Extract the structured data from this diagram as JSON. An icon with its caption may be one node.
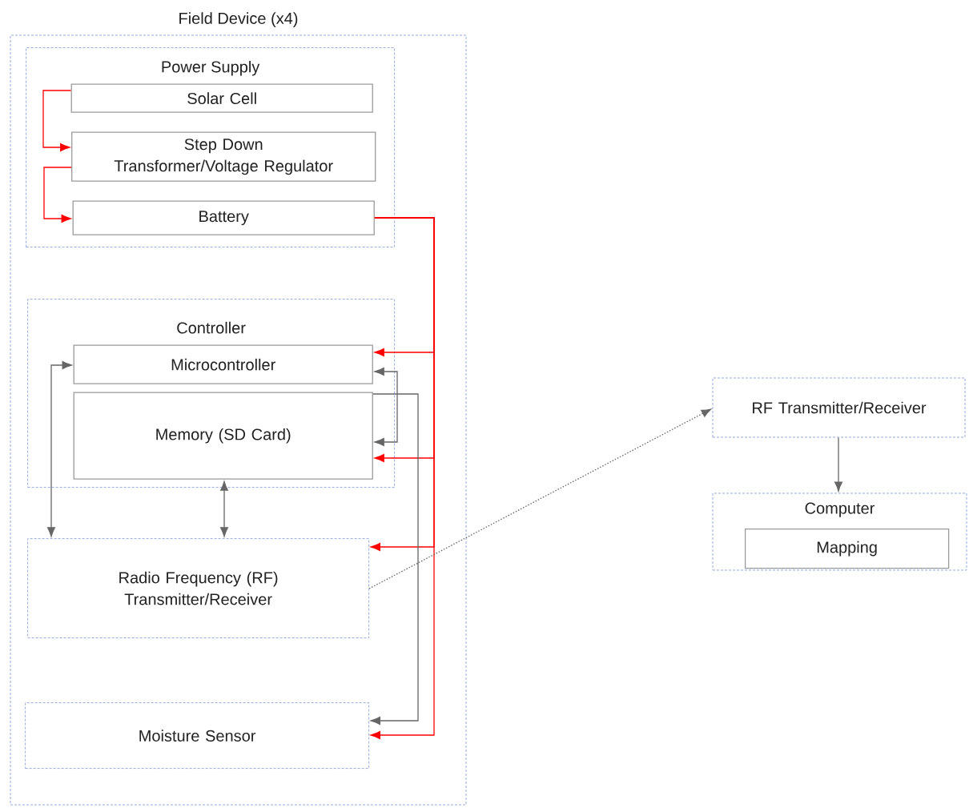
{
  "diagram": {
    "nodes": [
      {
        "text": [
          "Field Device (x4)"
        ]
      },
      {
        "text": [
          "Power Supply"
        ],
        "in": 0
      },
      {
        "text": [
          "Solar Cell"
        ],
        "in": 1
      },
      {
        "text": [
          "Step Down Transformer/Voltage Regulator"
        ],
        "in": 1
      },
      {
        "text": [
          "Battery"
        ],
        "in": 1
      },
      {
        "text": [
          "Controller"
        ],
        "in": 0
      },
      {
        "text": [
          "Microcontroller"
        ],
        "in": 5
      },
      {
        "text": [
          "Memory (SD Card)"
        ],
        "in": 5
      },
      {
        "text": [
          "Radio Frequency (RF) Transmitter/Receiver"
        ],
        "in": 0
      },
      {
        "text": [
          "Moisture Sensor"
        ],
        "in": 0
      },
      {
        "text": [
          "RF Transmitter/Receiver"
        ]
      },
      {
        "text": [
          "Computer"
        ]
      },
      {
        "text": [
          "Mapping"
        ],
        "in": 11
      }
    ],
    "edges": [
      {
        "from": 2,
        "to": 3,
        "arrow": "to",
        "color": "#ff0000"
      },
      {
        "from": 3,
        "to": 4,
        "arrow": "to",
        "color": "#ff0000"
      },
      {
        "from": 4,
        "to": 6,
        "arrow": "to",
        "color": "#ff0000"
      },
      {
        "from": 4,
        "to": 7,
        "arrow": "to",
        "color": "#ff0000"
      },
      {
        "from": 4,
        "to": 8,
        "arrow": "to",
        "color": "#ff0000"
      },
      {
        "from": 4,
        "to": 9,
        "arrow": "to",
        "color": "#ff0000"
      },
      {
        "from": 6,
        "to": 7,
        "arrow": "both",
        "color": "#666666"
      },
      {
        "from": 6,
        "to": 8,
        "arrow": "both",
        "color": "#666666"
      },
      {
        "from": 7,
        "to": 8,
        "arrow": "both",
        "color": "#666666"
      },
      {
        "from": 6,
        "to": 9,
        "arrow": "to",
        "color": "#666666"
      },
      {
        "from": 8,
        "to": 10,
        "arrow": "to",
        "style": "dashed",
        "color": "#666666"
      },
      {
        "from": 10,
        "to": 11,
        "arrow": "to",
        "color": "#666666"
      }
    ]
  }
}
